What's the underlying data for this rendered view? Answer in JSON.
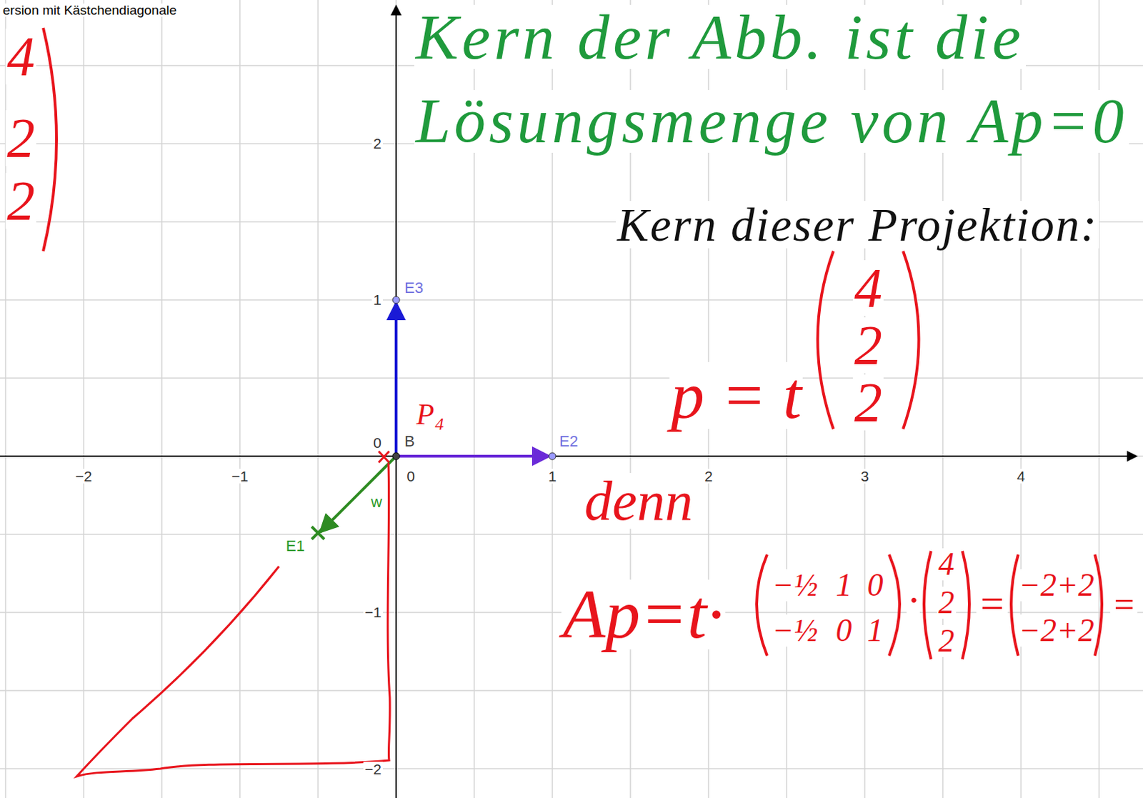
{
  "diagram": {
    "labels": [
      "ersion mit Kästchendiagonale",
      "Kern der Abb. ist die",
      "Lösungsmenge von Ap=0",
      "Kern dieser Projektion:",
      "4",
      "2",
      "2",
      "p = t",
      "4",
      "2",
      "2",
      "P₄",
      "denn",
      "Ap=t·",
      "−½",
      "1",
      "0",
      "−½",
      "0",
      "1",
      "·",
      "4",
      "2",
      "2",
      "=",
      "−2+2",
      "−2+2",
      "=",
      "−2",
      "−1",
      "0",
      "1",
      "2",
      "3",
      "4",
      "2",
      "1",
      "0",
      "−1",
      "−2",
      "B",
      "E3",
      "E2",
      "E1",
      "w"
    ]
  }
}
